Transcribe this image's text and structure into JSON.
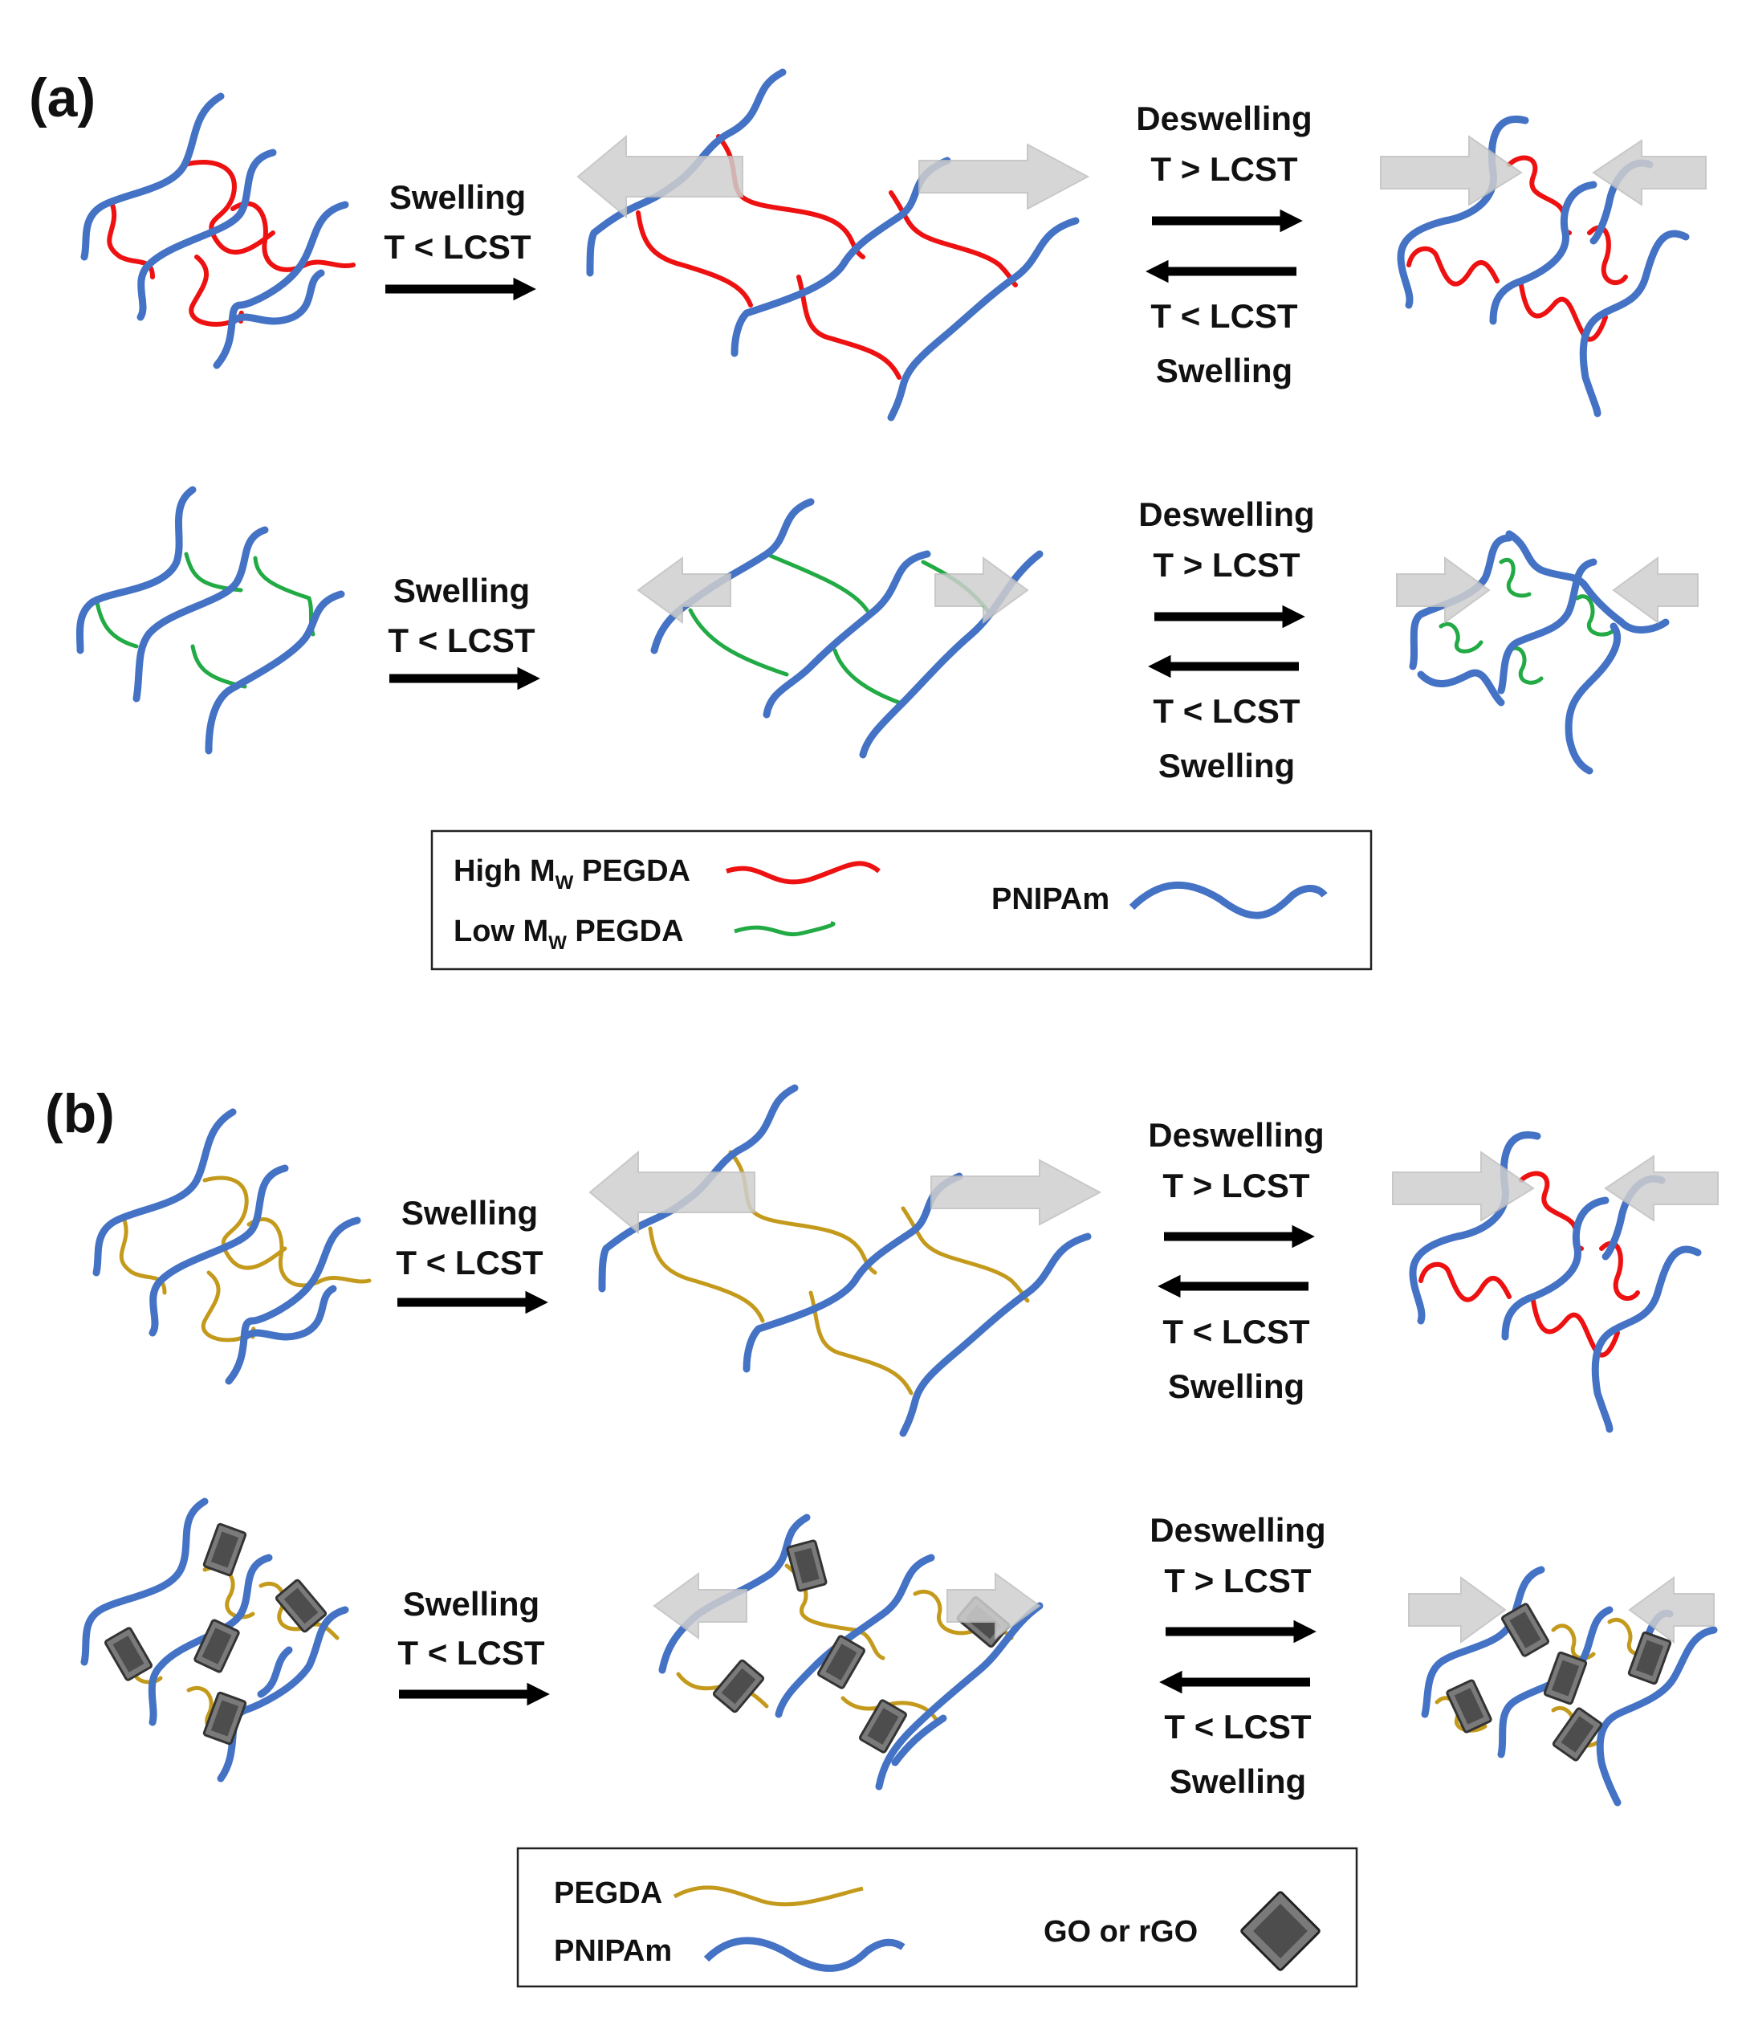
{
  "panels": {
    "a": {
      "label": "(a)"
    },
    "b": {
      "label": "(b)"
    }
  },
  "steps": {
    "swelling": "Swelling",
    "below_lcst": "T < LCST",
    "deswelling": "Deswelling",
    "above_lcst": "T > LCST"
  },
  "legend_a": {
    "high_mw_prefix": "High M",
    "high_mw_sub": "W",
    "high_mw_suffix": " PEGDA",
    "low_mw_prefix": "Low M",
    "low_mw_sub": "W",
    "low_mw_suffix": " PEGDA",
    "pnipam": "PNIPAm"
  },
  "legend_b": {
    "pegda": "PEGDA",
    "pnipam": "PNIPAm",
    "go": "GO or rGO"
  },
  "colors": {
    "pnipam": "#4472c4",
    "high_mw_pegda": "#ee1111",
    "low_mw_pegda": "#22aa44",
    "pegda": "#c49a1c",
    "go_fill": "#595959",
    "arrow_fill": "#d4d4d4"
  }
}
